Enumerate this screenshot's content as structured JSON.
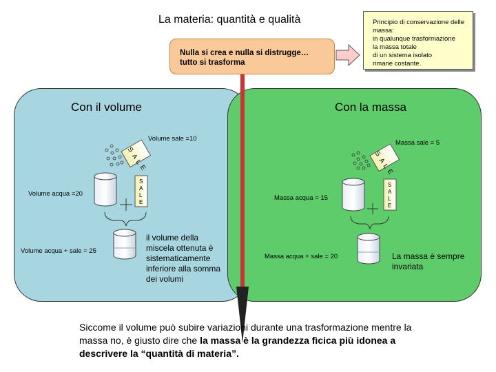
{
  "title": "La materia: quantità e qualità",
  "principle": {
    "lines": [
      "Principio di conservazione delle massa:",
      "in qualunque trasformazione",
      "la massa totale",
      "di un sistema isolato",
      "rimane costante."
    ]
  },
  "motto": {
    "line1": "Nulla si crea e nulla si distrugge…",
    "line2": "tutto si trasforma"
  },
  "left": {
    "heading": "Con il volume",
    "salt_label": "Volume sale =10",
    "water_label": "Volume acqua =20",
    "mix_label": "Volume acqua + sale = 25",
    "note": [
      "il volume della",
      "miscela ottenuta è",
      "sistematicamente",
      "inferiore alla somma",
      "dei volumi"
    ]
  },
  "right": {
    "heading": "Con la massa",
    "salt_label": "Massa sale = 5",
    "water_label": "Massa acqua = 15",
    "mix_label": "Massa acqua + sale = 20",
    "note": [
      "La massa è sempre",
      "invariata"
    ]
  },
  "sale_letters": [
    "S",
    "A",
    "L",
    "E"
  ],
  "plus": "+",
  "conclusion": {
    "part1": "Siccome il volume può subire variazioni durante una trasformazione mentre la massa no, è giusto dire che ",
    "bold": "la massa è la grandezza fìcica più idonea a descrivere la “quantità di materia”."
  },
  "colors": {
    "left_panel": "#a8d6e0",
    "right_panel": "#5ecc6b",
    "motto_box": "#f9c99a",
    "principle_box": "#ffffcc",
    "arrow": "#ffcccc",
    "down_arrow": "#cc3333"
  }
}
